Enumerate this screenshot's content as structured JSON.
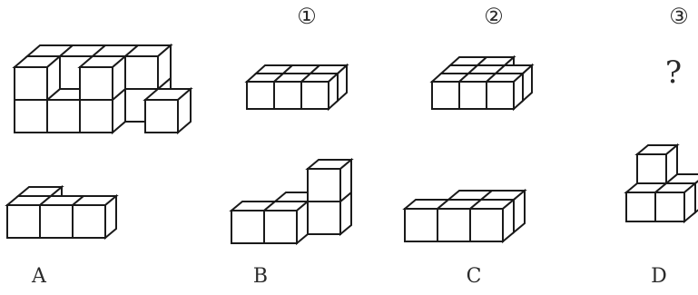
{
  "sequence_labels": [
    "①",
    "②",
    "③"
  ],
  "question_mark": "?",
  "option_labels": [
    "A",
    "B",
    "C",
    "D"
  ]
}
